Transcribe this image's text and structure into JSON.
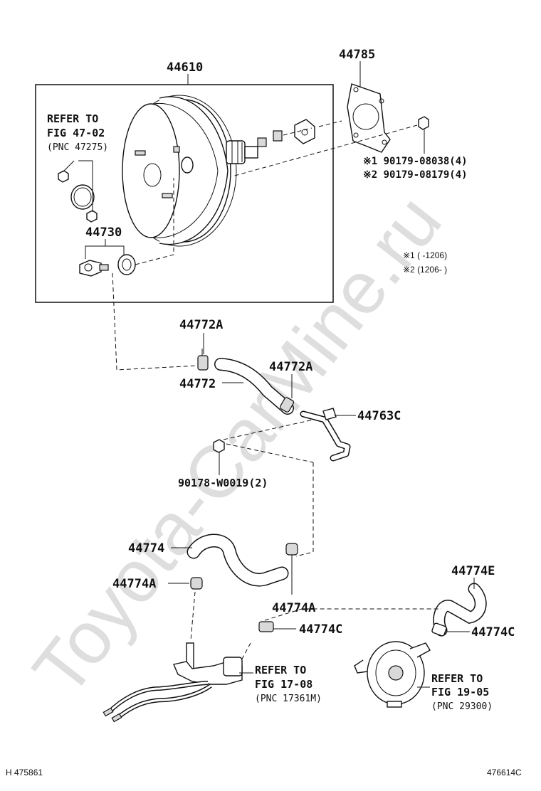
{
  "watermark": "Toyota-CarMine.ru",
  "parts": {
    "p44610": "44610",
    "p44785": "44785",
    "p44730": "44730",
    "p44772A_top": "44772A",
    "p44772": "44772",
    "p44772A_mid": "44772A",
    "p44763C": "44763C",
    "p90178": "90178-W0019(2)",
    "p44774": "44774",
    "p44774A_left": "44774A",
    "p44774A_mid": "44774A",
    "p44774E": "44774E",
    "p44774C_mid": "44774C",
    "p44774C_right": "44774C"
  },
  "refer_47": {
    "line1": "REFER TO",
    "line2": "FIG 47-02",
    "line3": "(PNC 47275)"
  },
  "refer_17": {
    "line1": "REFER TO",
    "line2": "FIG 17-08",
    "line3": "(PNC 17361M)"
  },
  "refer_19": {
    "line1": "REFER TO",
    "line2": "FIG 19-05",
    "line3": "(PNC 29300)"
  },
  "nuts": {
    "line1": "※1 90179-08038(4)",
    "line2": "※2 90179-08179(4)"
  },
  "notes": {
    "note1": "※1 (       -1206)",
    "note2": "※2 (1206-       )"
  },
  "footer": {
    "left": "H 475861",
    "right": "476614C"
  }
}
